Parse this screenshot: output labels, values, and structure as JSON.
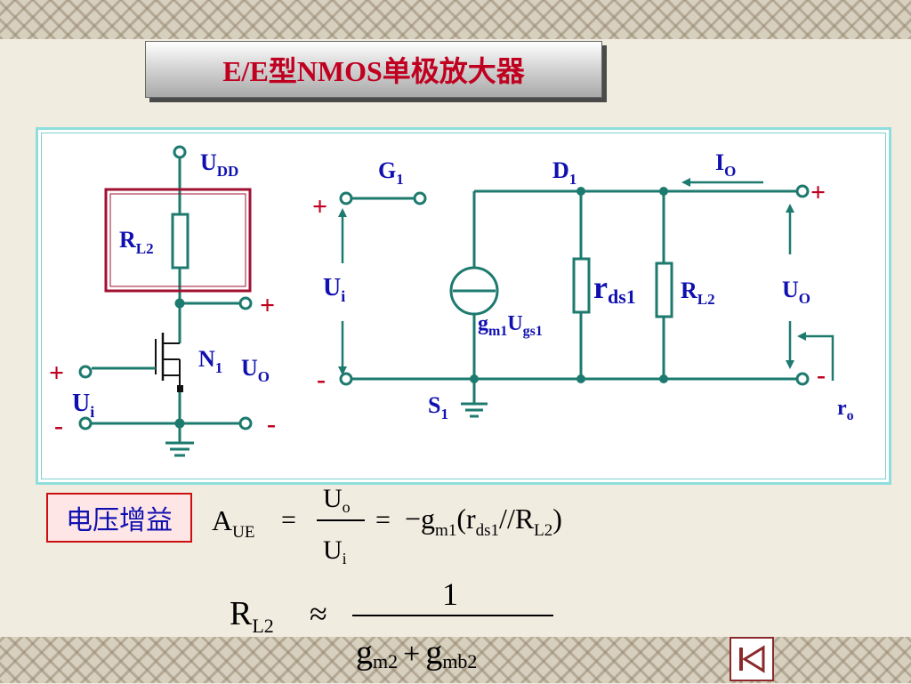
{
  "slide": {
    "title": "E/E型NMOS单极放大器"
  },
  "left_circuit": {
    "supply_label": "U",
    "supply_sub": "DD",
    "load_label": "R",
    "load_sub": "L2",
    "transistor_label": "N",
    "transistor_sub": "1",
    "output_label": "U",
    "output_sub": "O",
    "input_label": "U",
    "input_sub": "i",
    "plus": "+",
    "minus": "-"
  },
  "small_signal_model": {
    "gate_label": "G",
    "gate_sub": "1",
    "drain_label": "D",
    "drain_sub": "1",
    "source_label": "S",
    "source_sub": "1",
    "current_label": "I",
    "current_sub": "O",
    "source_gm_label": "g",
    "source_gm_sub": "m1",
    "source_ugs_label": "U",
    "source_ugs_sub": "gs1",
    "rds_label": "r",
    "rds_sub": "ds1",
    "rl_label": "R",
    "rl_sub": "L2",
    "input_label": "U",
    "input_sub": "i",
    "output_label": "U",
    "output_sub": "O",
    "ro_label": "r",
    "ro_sub": "o",
    "plus": "+",
    "minus": "-"
  },
  "gain_section": {
    "label": "电压增益"
  },
  "formula_gain": {
    "A": "A",
    "A_sub": "UE",
    "eq1": "=",
    "num": "U",
    "num_sub": "o",
    "den": "U",
    "den_sub": "i",
    "eq2": "=",
    "minus": "−",
    "g": "g",
    "g_sub": "m1",
    "open": "(",
    "r": "r",
    "r_sub": "ds1",
    "parallel": "//",
    "R": "R",
    "R_sub": "L2",
    "close": ")"
  },
  "formula_rl": {
    "R": "R",
    "R_sub": "L2",
    "approx": "≈",
    "num": "1",
    "g1": "g",
    "g1_sub": "m2",
    "plus": "+",
    "g2": "g",
    "g2_sub": "mb2"
  },
  "colors": {
    "wire": "#1d7a6e",
    "label_blue": "#1010b0",
    "title_red": "#c00020",
    "frame_border": "#8fdede",
    "box_red": "#a01030"
  },
  "nav": {
    "icon": "skip-back-icon"
  }
}
